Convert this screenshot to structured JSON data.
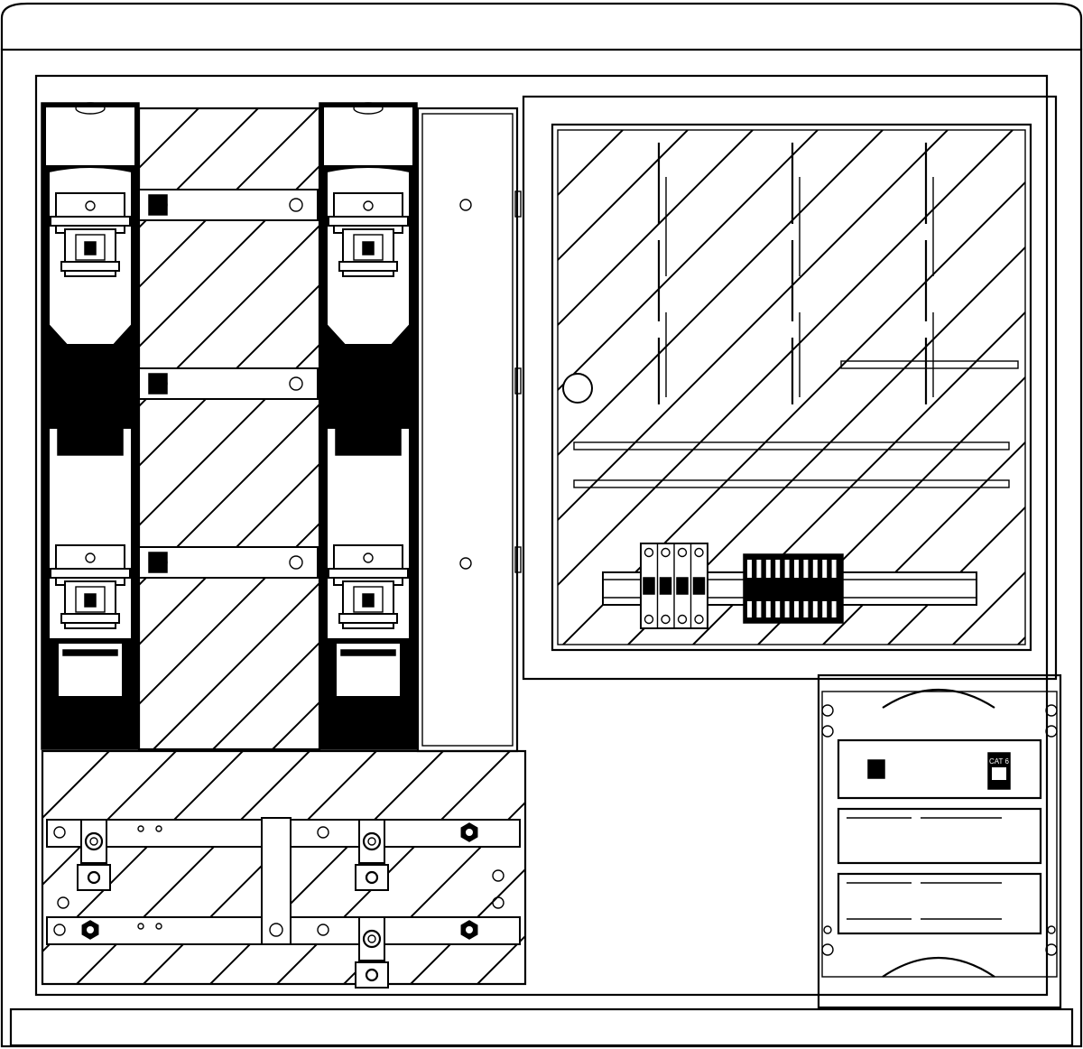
{
  "drawing": {
    "type": "electrical-cabinet-front-view",
    "line_color": "#000000",
    "background_color": "#ffffff",
    "fuse_switch_count": 2,
    "fuse_positions_per_switch": 3,
    "miniature_circuit_breaker_poles": 4,
    "terminal_block_count": 10,
    "communication_sockets": [
      {
        "label": "CAT 6"
      }
    ]
  }
}
